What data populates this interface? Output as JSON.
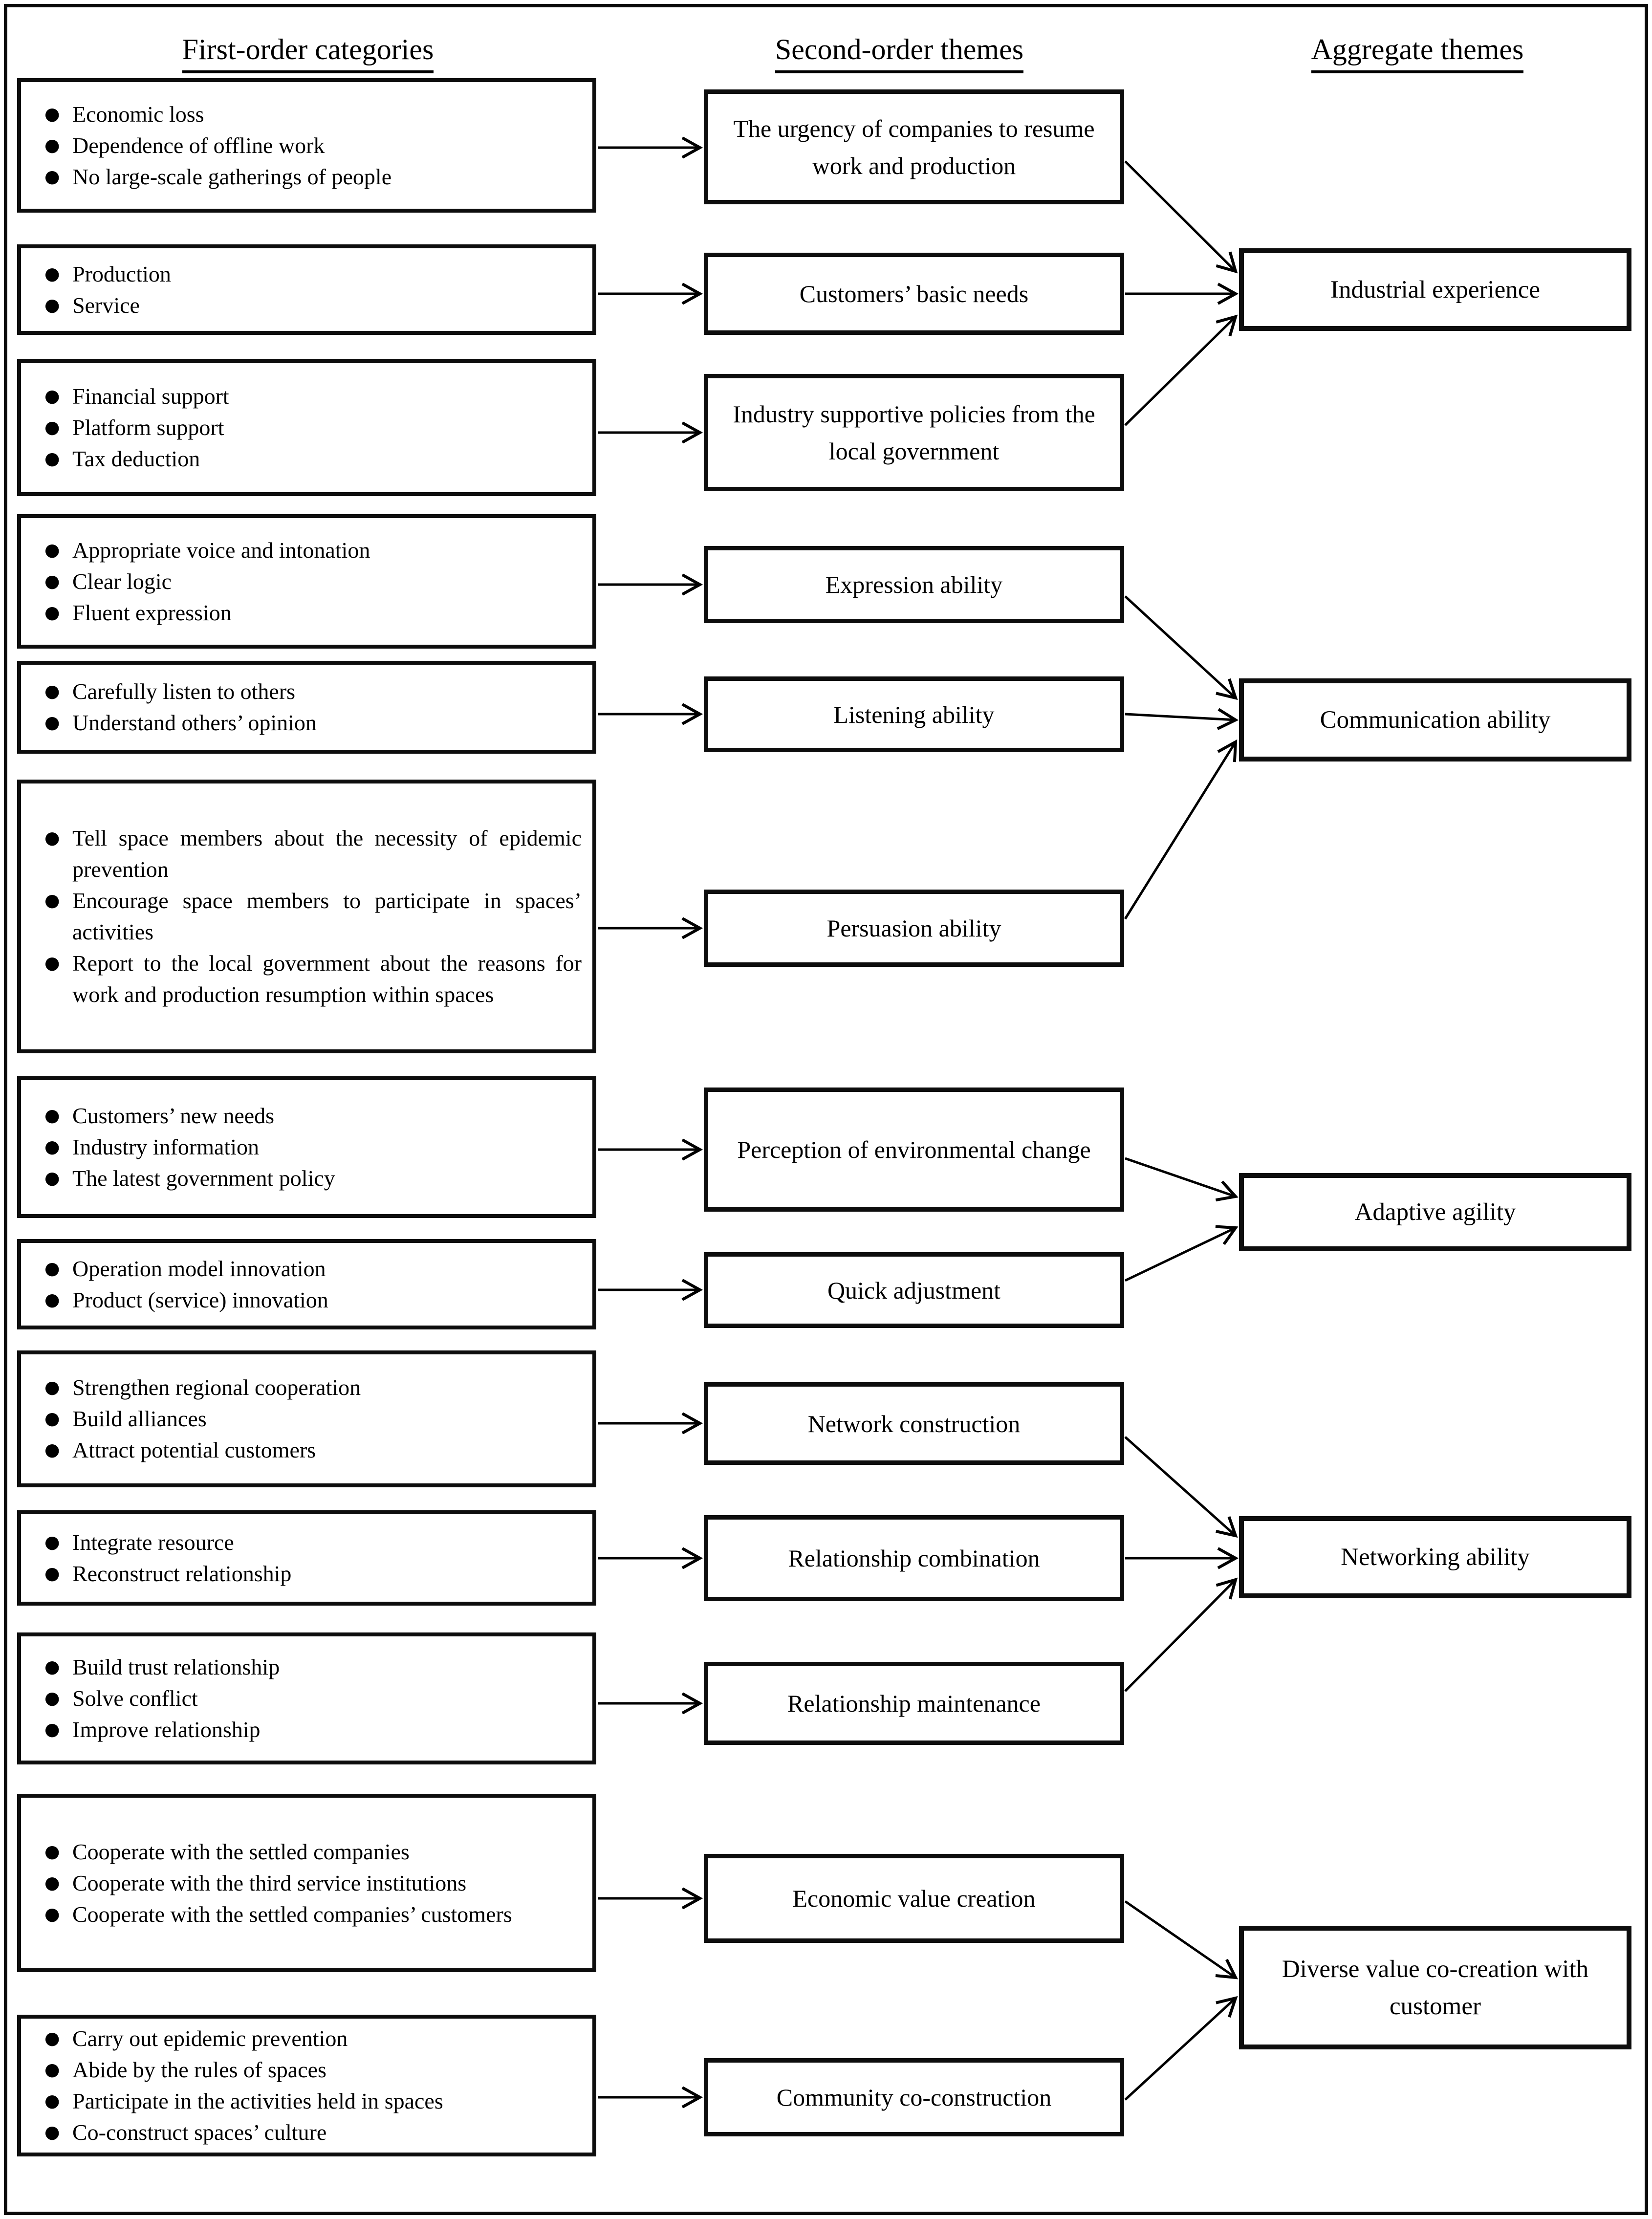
{
  "headers": {
    "col1": "First-order categories",
    "col2": "Second-order themes",
    "col3": "Aggregate themes"
  },
  "first_order": [
    {
      "bullets": [
        "Economic loss",
        "Dependence of offline work",
        "No large-scale gatherings of people"
      ]
    },
    {
      "bullets": [
        "Production",
        "Service"
      ]
    },
    {
      "bullets": [
        "Financial support",
        "Platform support",
        "Tax deduction"
      ]
    },
    {
      "bullets": [
        "Appropriate voice and intonation",
        "Clear logic",
        "Fluent expression"
      ]
    },
    {
      "bullets": [
        "Carefully listen to others",
        "Understand others’ opinion"
      ]
    },
    {
      "bullets": [
        "Tell space members about the necessity of epidemic prevention",
        "Encourage space members to participate in spaces’ activities",
        "Report to the local government about the reasons for work and production resumption within spaces"
      ]
    },
    {
      "bullets": [
        "Customers’ new needs",
        "Industry information",
        "The latest government policy"
      ]
    },
    {
      "bullets": [
        "Operation model innovation",
        "Product (service) innovation"
      ]
    },
    {
      "bullets": [
        "Strengthen regional cooperation",
        "Build alliances",
        "Attract potential customers"
      ]
    },
    {
      "bullets": [
        "Integrate resource",
        "Reconstruct relationship"
      ]
    },
    {
      "bullets": [
        "Build trust relationship",
        "Solve conflict",
        "Improve relationship"
      ]
    },
    {
      "bullets": [
        "Cooperate with the settled companies",
        "Cooperate with the third service institutions",
        "Cooperate with the settled companies’ customers"
      ]
    },
    {
      "bullets": [
        "Carry out epidemic prevention",
        "Abide by the rules of spaces",
        "Participate in the activities held in spaces",
        "Co-construct spaces’ culture"
      ]
    }
  ],
  "second_order": [
    "The urgency of companies to resume work and production",
    "Customers’ basic needs",
    "Industry supportive policies from the local government",
    "Expression ability",
    "Listening ability",
    "Persuasion ability",
    "Perception of environmental change",
    "Quick adjustment",
    "Network construction",
    "Relationship combination",
    "Relationship maintenance",
    "Economic value creation",
    "Community co-construction"
  ],
  "aggregate": [
    "Industrial experience",
    "Communication ability",
    "Adaptive agility",
    "Networking ability",
    "Diverse value co-creation with customer"
  ]
}
